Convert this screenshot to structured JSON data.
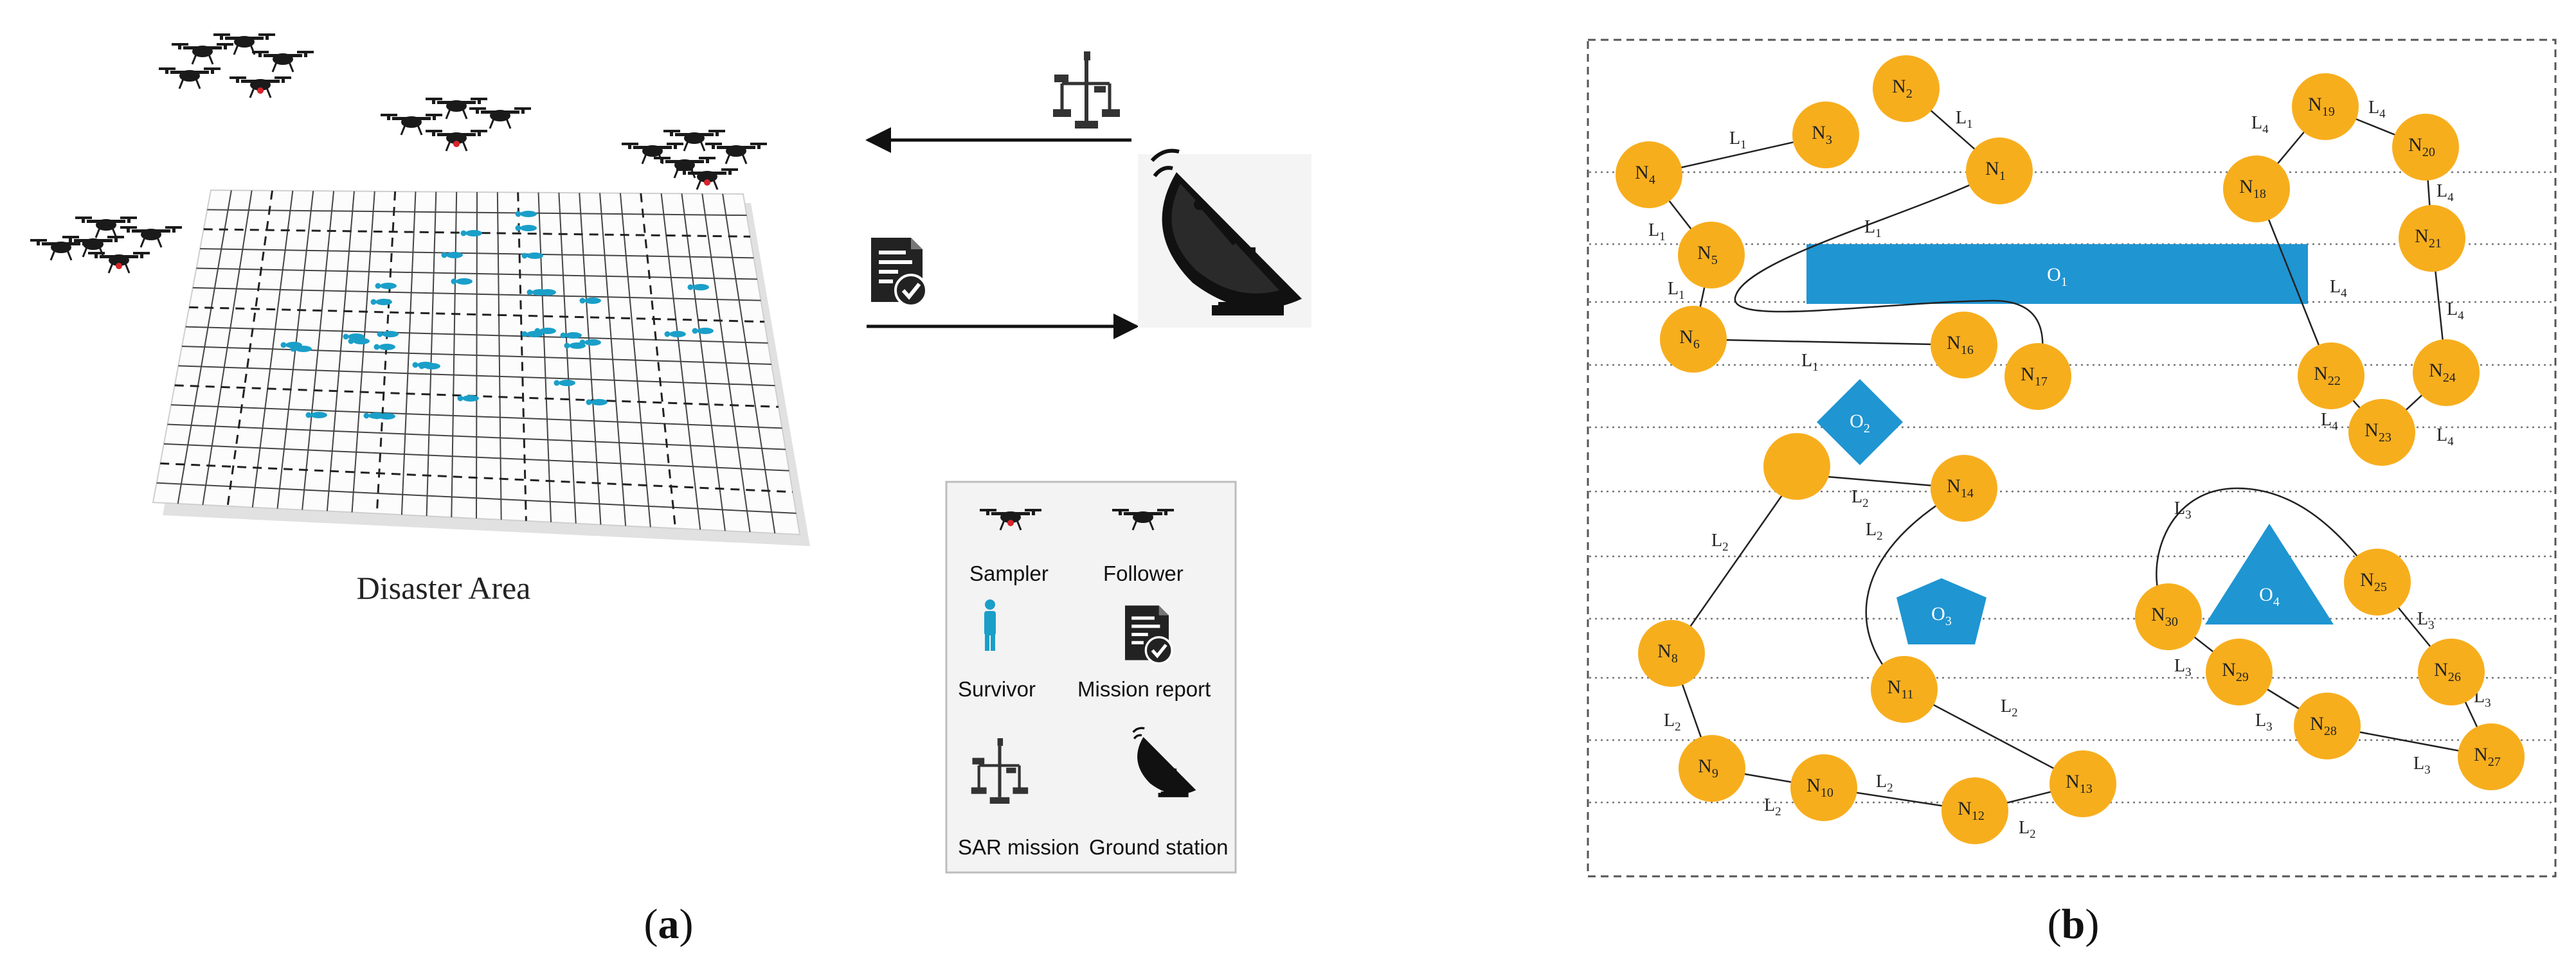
{
  "panel_a": {
    "caption": "a",
    "area_label": "Disaster Area",
    "legend": {
      "sampler": "Sampler",
      "follower": "Follower",
      "survivor": "Survivor",
      "mission_report": "Mission report",
      "sar_mission": "SAR mission",
      "ground_station": "Ground station"
    },
    "icons": [
      "drone-icon",
      "survivor-icon",
      "mission-report-icon",
      "sar-mission-icon",
      "satellite-dish-icon",
      "arrow-left-icon",
      "arrow-right-icon"
    ],
    "colors": {
      "survivor": "#1a9fc9",
      "drone": "#1a1a1a",
      "sampler_mark": "#d8242b"
    }
  },
  "panel_b": {
    "caption": "b",
    "colors": {
      "node": "#f7ae1d",
      "obstacle": "#1f95d2"
    },
    "obstacles": [
      {
        "id": "o1",
        "base": "O",
        "sub": "1",
        "shape": "rectangle"
      },
      {
        "id": "o2",
        "base": "O",
        "sub": "2",
        "shape": "diamond"
      },
      {
        "id": "o3",
        "base": "O",
        "sub": "3",
        "shape": "pentagon"
      },
      {
        "id": "o4",
        "base": "O",
        "sub": "4",
        "shape": "triangle"
      }
    ],
    "nodes": [
      {
        "base": "N",
        "sub": "1"
      },
      {
        "base": "N",
        "sub": "2"
      },
      {
        "base": "N",
        "sub": "3"
      },
      {
        "base": "N",
        "sub": "4"
      },
      {
        "base": "N",
        "sub": "5"
      },
      {
        "base": "N",
        "sub": "6"
      },
      {
        "base": "N",
        "sub": "8"
      },
      {
        "base": "N",
        "sub": "9"
      },
      {
        "base": "N",
        "sub": "10"
      },
      {
        "base": "N",
        "sub": "11"
      },
      {
        "base": "N",
        "sub": "12"
      },
      {
        "base": "N",
        "sub": "13"
      },
      {
        "base": "N",
        "sub": "14"
      },
      {
        "base": "N",
        "sub": "16"
      },
      {
        "base": "N",
        "sub": "17"
      },
      {
        "base": "N",
        "sub": "18"
      },
      {
        "base": "N",
        "sub": "19"
      },
      {
        "base": "N",
        "sub": "20"
      },
      {
        "base": "N",
        "sub": "21"
      },
      {
        "base": "N",
        "sub": "22"
      },
      {
        "base": "N",
        "sub": "23"
      },
      {
        "base": "N",
        "sub": "24"
      },
      {
        "base": "N",
        "sub": "25"
      },
      {
        "base": "N",
        "sub": "26"
      },
      {
        "base": "N",
        "sub": "27"
      },
      {
        "base": "N",
        "sub": "28"
      },
      {
        "base": "N",
        "sub": "29"
      },
      {
        "base": "N",
        "sub": "30"
      }
    ],
    "link_labels": [
      {
        "base": "L",
        "sub": "1"
      },
      {
        "base": "L",
        "sub": "1"
      },
      {
        "base": "L",
        "sub": "1"
      },
      {
        "base": "L",
        "sub": "1"
      },
      {
        "base": "L",
        "sub": "1"
      },
      {
        "base": "L",
        "sub": "1"
      },
      {
        "base": "L",
        "sub": "2"
      },
      {
        "base": "L",
        "sub": "2"
      },
      {
        "base": "L",
        "sub": "2"
      },
      {
        "base": "L",
        "sub": "2"
      },
      {
        "base": "L",
        "sub": "2"
      },
      {
        "base": "L",
        "sub": "2"
      },
      {
        "base": "L",
        "sub": "2"
      },
      {
        "base": "L",
        "sub": "2"
      },
      {
        "base": "L",
        "sub": "3"
      },
      {
        "base": "L",
        "sub": "3"
      },
      {
        "base": "L",
        "sub": "3"
      },
      {
        "base": "L",
        "sub": "3"
      },
      {
        "base": "L",
        "sub": "3"
      },
      {
        "base": "L",
        "sub": "3"
      },
      {
        "base": "L",
        "sub": "4"
      },
      {
        "base": "L",
        "sub": "4"
      },
      {
        "base": "L",
        "sub": "4"
      },
      {
        "base": "L",
        "sub": "4"
      },
      {
        "base": "L",
        "sub": "4"
      },
      {
        "base": "L",
        "sub": "4"
      },
      {
        "base": "L",
        "sub": "4"
      }
    ]
  }
}
